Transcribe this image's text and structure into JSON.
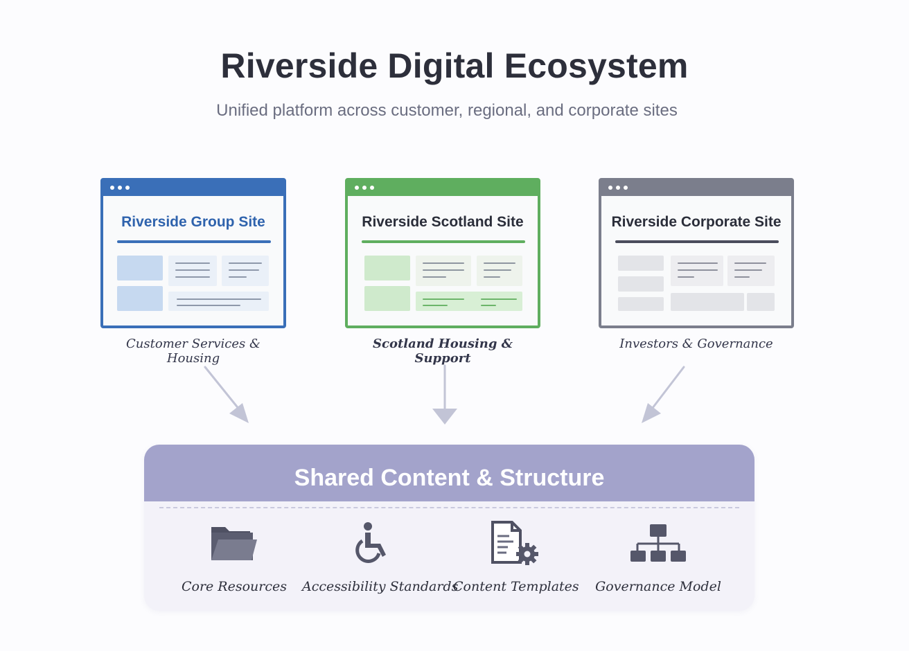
{
  "header": {
    "title": "Riverside Digital Ecosystem",
    "subtitle": "Unified platform across customer, regional, and corporate sites"
  },
  "sites": [
    {
      "title": "Riverside Group Site",
      "caption": "Customer Services & Housing",
      "color": "#3a6fb8"
    },
    {
      "title": "Riverside Scotland Site",
      "caption": "Scotland Housing & Support",
      "color": "#5fae5f"
    },
    {
      "title": "Riverside Corporate Site",
      "caption": "Investors & Governance",
      "color": "#7b7e8c"
    }
  ],
  "shared": {
    "title": "Shared Content & Structure",
    "color": "#a3a3cb",
    "features": [
      {
        "label": "Core Resources",
        "icon": "folder-icon"
      },
      {
        "label": "Accessibility Standards",
        "icon": "wheelchair-icon"
      },
      {
        "label": "Content Templates",
        "icon": "document-gear-icon"
      },
      {
        "label": "Governance Model",
        "icon": "org-chart-icon"
      }
    ]
  }
}
